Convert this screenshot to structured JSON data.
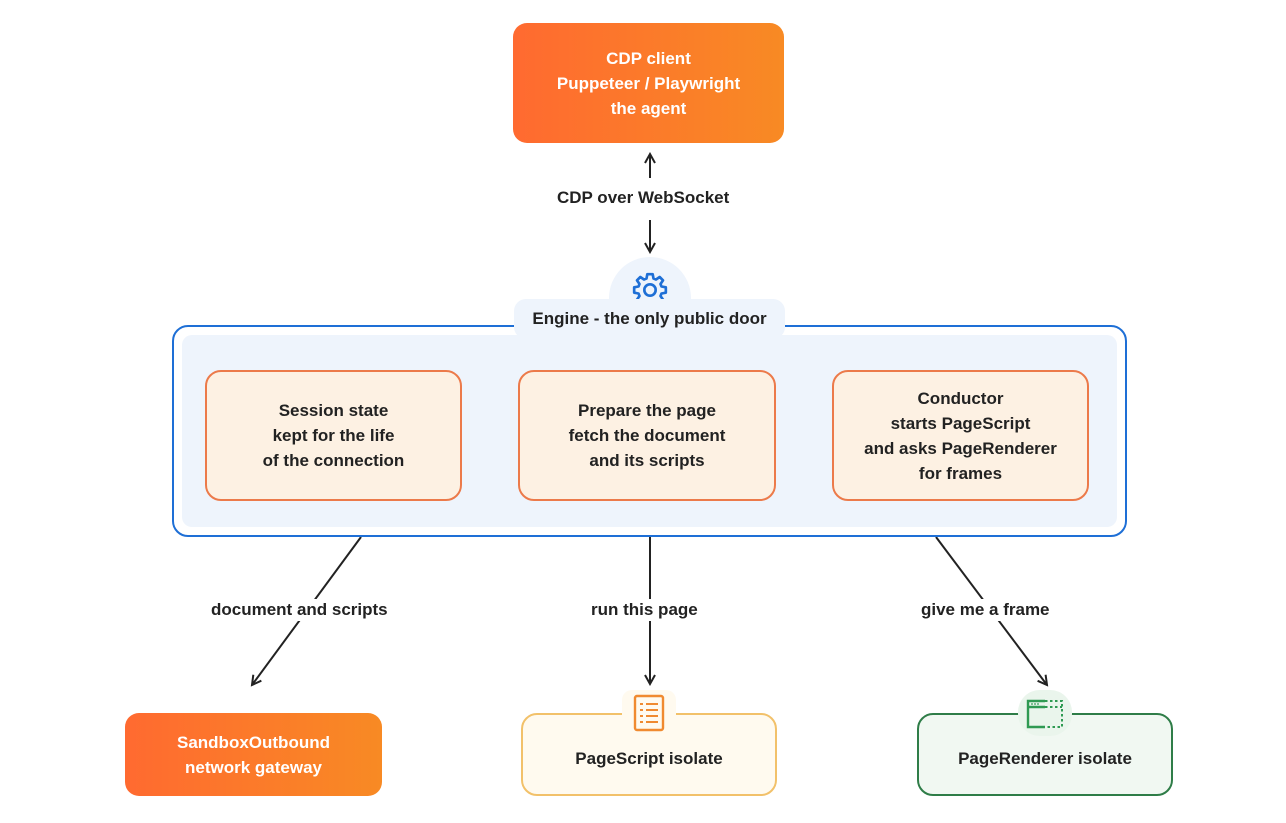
{
  "client": {
    "lines": [
      "CDP client",
      "Puppeteer / Playwright",
      "the agent"
    ],
    "icon": "none"
  },
  "link_label": "CDP over WebSocket",
  "engine": {
    "title": "Engine - the only public door",
    "icon": "gear-icon",
    "steps": [
      {
        "lines": [
          "Session state",
          "kept for the life",
          "of the connection"
        ]
      },
      {
        "lines": [
          "Prepare the page",
          "fetch the document",
          "and its scripts"
        ]
      },
      {
        "lines": [
          "Conductor",
          "starts PageScript",
          "and asks PageRenderer",
          "for frames"
        ]
      }
    ]
  },
  "edges": {
    "left": "document and scripts",
    "middle": "run this page",
    "right": "give me a frame"
  },
  "targets": {
    "outbound": {
      "lines": [
        "SandboxOutbound",
        "network gateway"
      ]
    },
    "pagescript": {
      "label": "PageScript isolate",
      "icon": "document-list-icon"
    },
    "pagerenderer": {
      "label": "PageRenderer isolate",
      "icon": "browser-window-icon"
    }
  },
  "colors": {
    "engine_border": "#1e6fd6",
    "engine_fill": "#eef4fc",
    "step_border": "#ec7a4a",
    "step_fill": "#fdf1e3",
    "accent_orange": "#ff6a30",
    "pagescript_border": "#f2c16a",
    "pagescript_fill": "#fffaef",
    "pagescript_icon": "#f08a30",
    "pagerenderer_border": "#2f7d48",
    "pagerenderer_fill": "#f1f8f2",
    "pagerenderer_icon": "#2f9a52"
  }
}
